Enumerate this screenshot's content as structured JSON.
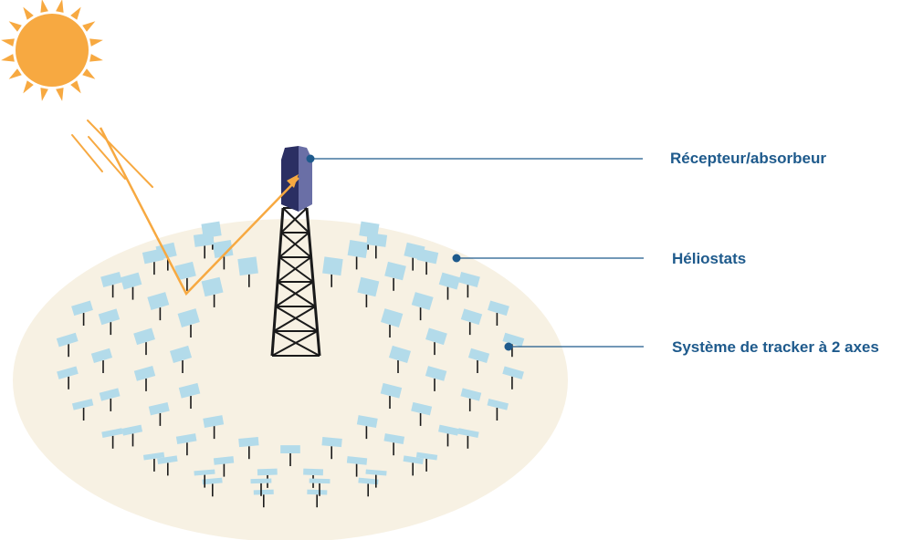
{
  "labels": {
    "receiver": "Récepteur/absorbeur",
    "heliostats": "Héliostats",
    "tracker": "Système de tracker à 2 axes"
  },
  "colors": {
    "ground": "#f7f1e3",
    "sun": "#f7a941",
    "sun_ray": "#f7a941",
    "heliostat_mirror": "#b3dbea",
    "heliostat_post": "#1a1a1a",
    "tower_frame": "#1a1a1a",
    "receiver_dark": "#2b2f63",
    "receiver_light": "#6a6fa6",
    "callout": "#1e5a8c"
  },
  "icons": {
    "sun": "sun-icon",
    "tower": "solar-tower-icon",
    "heliostat": "heliostat-icon"
  }
}
